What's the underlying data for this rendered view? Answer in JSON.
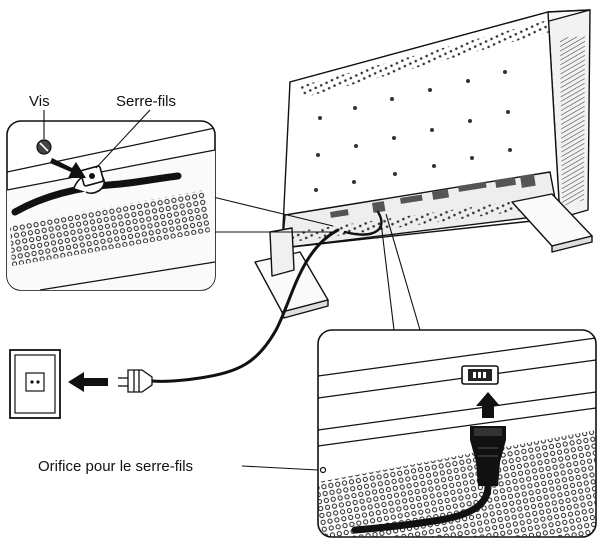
{
  "labels": {
    "screw": "Vis",
    "cable_tie": "Serre-fils",
    "tie_hole": "Orifice pour le serre-fils"
  },
  "colors": {
    "line": "#111111",
    "fill": "#ffffff",
    "panel_shade": "#f4f4f4",
    "dot": "#222222"
  },
  "icons": {
    "screw": "screw-icon",
    "wall_outlet": "wall-outlet-icon",
    "power_plug": "power-plug-icon",
    "arrow": "arrow-icon"
  }
}
